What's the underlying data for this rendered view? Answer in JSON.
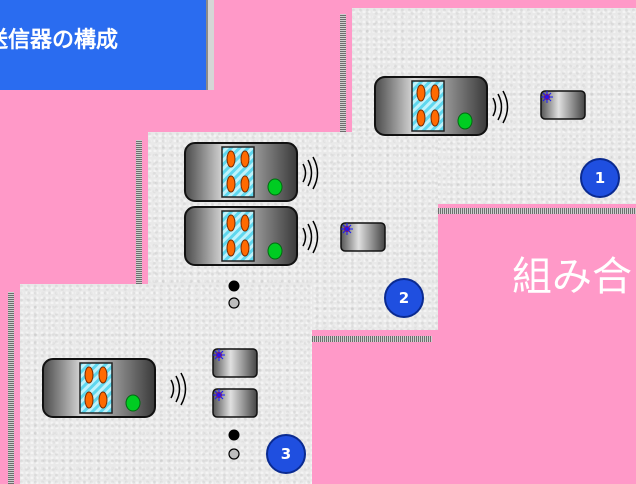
{
  "title": "送信器の構成",
  "side_text": "組み合",
  "badges": [
    "1",
    "2",
    "3"
  ],
  "colors": {
    "background": "#ff99c8",
    "title_box": "#2a6cf0",
    "badge": "#1f4fe0",
    "status_led": "#00cc22",
    "button_orange": "#ff6a00",
    "keypad_stripe": "#5fd7ee"
  }
}
